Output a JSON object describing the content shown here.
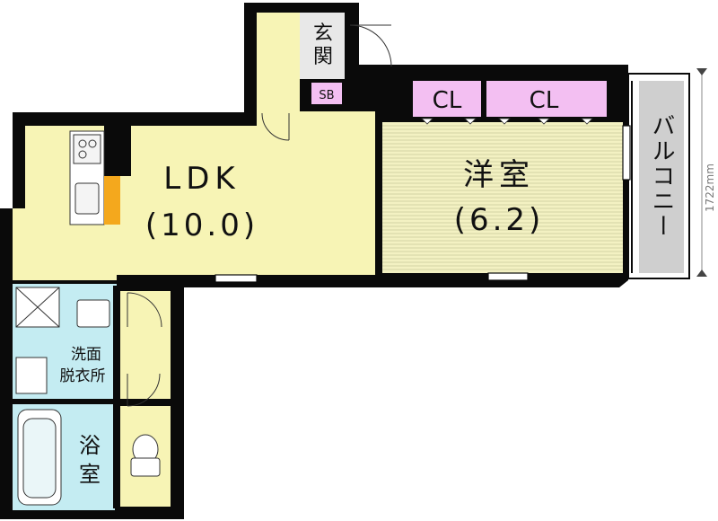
{
  "rooms": {
    "ldk": {
      "name": "LDK",
      "size": "(10.0)"
    },
    "western": {
      "name": "洋室",
      "size": "(6.2)"
    },
    "entrance": {
      "line1": "玄",
      "line2": "関"
    },
    "shoe_box": "SB",
    "closet_1": "CL",
    "closet_2": "CL",
    "washroom": {
      "line1": "洗面",
      "line2": "脱衣所"
    },
    "bath": {
      "line1": "浴",
      "line2": "室"
    },
    "balcony": "バルコニー"
  },
  "dimensions": {
    "balcony_depth": "1722mm"
  },
  "colors": {
    "wall": "#0a0a0a",
    "ldk_floor": "#f7f4b5",
    "western_floor": "#f3f1c2",
    "closet": "#f3bff2",
    "wet_area": "#c4ecf2",
    "kitchen_counter": "#f4a81d",
    "balcony": "#cfcfcf"
  }
}
